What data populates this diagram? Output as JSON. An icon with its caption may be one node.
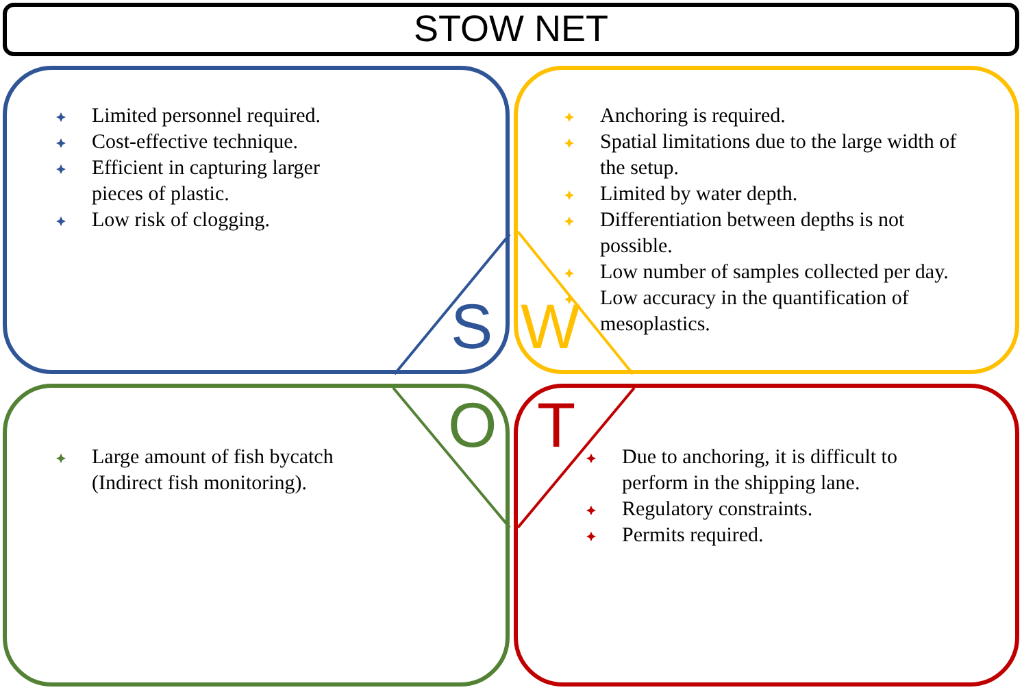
{
  "diagram": {
    "title": "STOW NET",
    "nodes": [
      {
        "text": [
          "S",
          "Limited personnel required.",
          "Cost-effective technique.",
          "Efficient in capturing larger pieces of plastic.",
          "Low risk of clogging."
        ]
      },
      {
        "text": [
          "W",
          "Anchoring is required.",
          "Spatial limitations due to the large width of the setup.",
          "Limited by water depth.",
          "Differentiation between depths is not possible.",
          "Low number of samples collected per day.",
          "Low accuracy in the quantification of mesoplastics."
        ]
      },
      {
        "text": [
          "O",
          "Large amount of fish bycatch (Indirect fish monitoring)."
        ]
      },
      {
        "text": [
          "T",
          "Due to anchoring, it is difficult to perform in the shipping lane.",
          "Regulatory constraints.",
          "Permits required."
        ]
      }
    ]
  }
}
